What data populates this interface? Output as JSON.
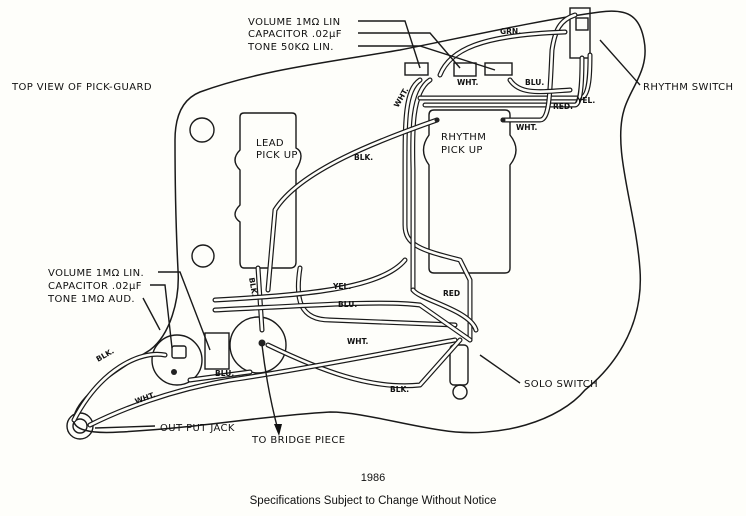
{
  "title": "TOP VIEW OF PICK-GUARD",
  "upper_controls": {
    "volume": "VOLUME 1MΩ LIN",
    "capacitor": "CAPACITOR .02µF",
    "tone": "TONE 50KΩ LIN."
  },
  "lower_controls": {
    "volume": "VOLUME 1MΩ LIN.",
    "capacitor": "CAPACITOR .02µF",
    "tone": "TONE 1MΩ AUD."
  },
  "pickups": {
    "lead": [
      "LEAD",
      "PICK UP"
    ],
    "rhythm": [
      "RHYTHM",
      "PICK UP"
    ]
  },
  "callouts": {
    "rhythm_switch": "RHYTHM SWITCH",
    "solo_switch": "SOLO SWITCH",
    "output_jack": "OUT PUT JACK",
    "bridge": "TO BRIDGE PIECE"
  },
  "wire_labels": {
    "grn": "GRN.",
    "wht_top": "WHT.",
    "blu_top": "BLU.",
    "wht_left": "WHT.",
    "red_top": "RED.",
    "yel_top": "YEL.",
    "wht_rhythm": "WHT.",
    "blk_mid": "BLK.",
    "blk_lead": "BLK.",
    "yel_mid": "YEL.",
    "blu_mid": "BLU.",
    "red_mid": "RED",
    "wht_mid": "WHT.",
    "blk_left": "BLK.",
    "blu_low": "BLU.",
    "wht_low": "WHT.",
    "blk_low": "BLK."
  },
  "footer": {
    "year": "1986",
    "note": "Specifications Subject to Change Without Notice"
  }
}
